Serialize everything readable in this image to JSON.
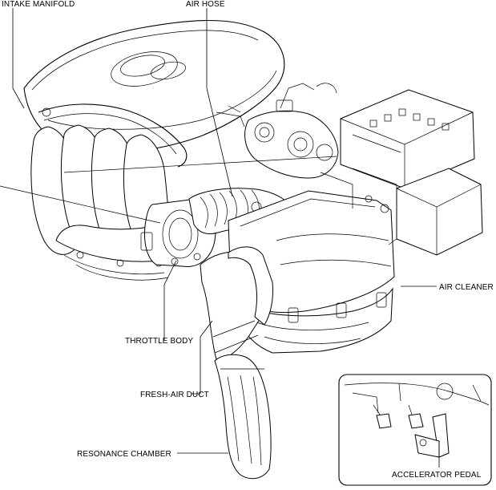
{
  "labels": {
    "intake_manifold": "INTAKE MANIFOLD",
    "air_hose": "AIR HOSE",
    "air_cleaner": "AIR CLEANER",
    "throttle_body": "THROTTLE BODY",
    "fresh_air_duct": "FRESH-AIR DUCT",
    "resonance_chamber": "RESONANCE CHAMBER",
    "accelerator_pedal": "ACCELERATOR PEDAL"
  }
}
